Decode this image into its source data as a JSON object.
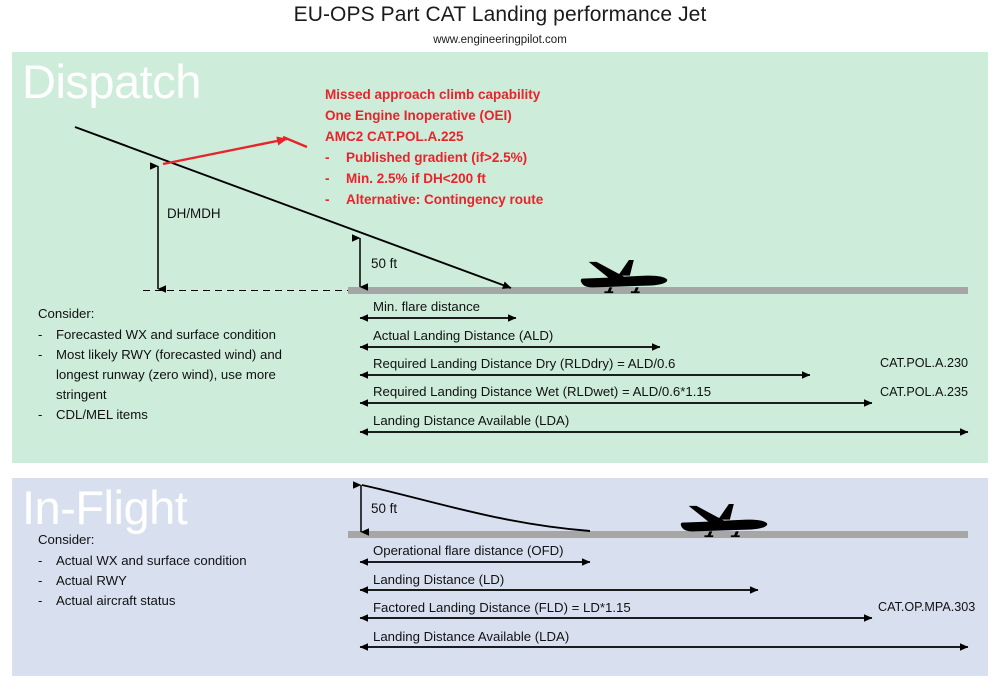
{
  "header": {
    "title": "EU-OPS Part CAT Landing performance Jet",
    "subtitle": "www.engineeringpilot.com"
  },
  "colors": {
    "dispatch_panel": "#cdecda",
    "inflight_panel": "#d8e0f0",
    "runway": "#a6a6a6",
    "callout_red": "#e8232a",
    "heading_white": "#ffffff",
    "line_black": "#000000",
    "page_background": "#ffffff"
  },
  "dispatch": {
    "heading": "Dispatch",
    "callout": {
      "line1": "Missed approach climb capability",
      "line2": "One Engine Inoperative (OEI)",
      "line3": "AMC2 CAT.POL.A.225",
      "bullet_marker": "-",
      "bullets": [
        "Published gradient (if>2.5%)",
        "Min. 2.5% if DH<200 ft",
        "Alternative: Contingency route"
      ]
    },
    "altitude_labels": {
      "dh_mdh": "DH/MDH",
      "fifty_ft": "50 ft"
    },
    "consider": {
      "heading": "Consider:",
      "bullet_marker": "-",
      "items": [
        "Forecasted WX and surface condition",
        "Most likely RWY (forecasted wind) and longest runway (zero wind), use more stringent",
        "CDL/MEL items"
      ]
    },
    "distances": [
      {
        "label": "Min. flare distance",
        "reference": ""
      },
      {
        "label": "Actual Landing Distance (ALD)",
        "reference": ""
      },
      {
        "label": "Required Landing Distance Dry (RLDdry) = ALD/0.6",
        "reference": "CAT.POL.A.230"
      },
      {
        "label": "Required Landing Distance Wet (RLDwet) = ALD/0.6*1.15",
        "reference": "CAT.POL.A.235"
      },
      {
        "label": "Landing Distance Available (LDA)",
        "reference": ""
      }
    ]
  },
  "inflight": {
    "heading": "In-Flight",
    "altitude_labels": {
      "fifty_ft": "50 ft"
    },
    "consider": {
      "heading": "Consider:",
      "bullet_marker": "-",
      "items": [
        "Actual WX and surface condition",
        "Actual RWY",
        "Actual aircraft status"
      ]
    },
    "distances": [
      {
        "label": "Operational flare distance (OFD)",
        "reference": ""
      },
      {
        "label": "Landing Distance (LD)",
        "reference": ""
      },
      {
        "label": "Factored Landing Distance (FLD) = LD*1.15",
        "reference": "CAT.OP.MPA.303"
      },
      {
        "label": "Landing Distance Available (LDA)",
        "reference": ""
      }
    ]
  },
  "icons": {
    "aircraft": "airplane-silhouette-icon",
    "arrow": "double-headed-arrow-icon"
  }
}
